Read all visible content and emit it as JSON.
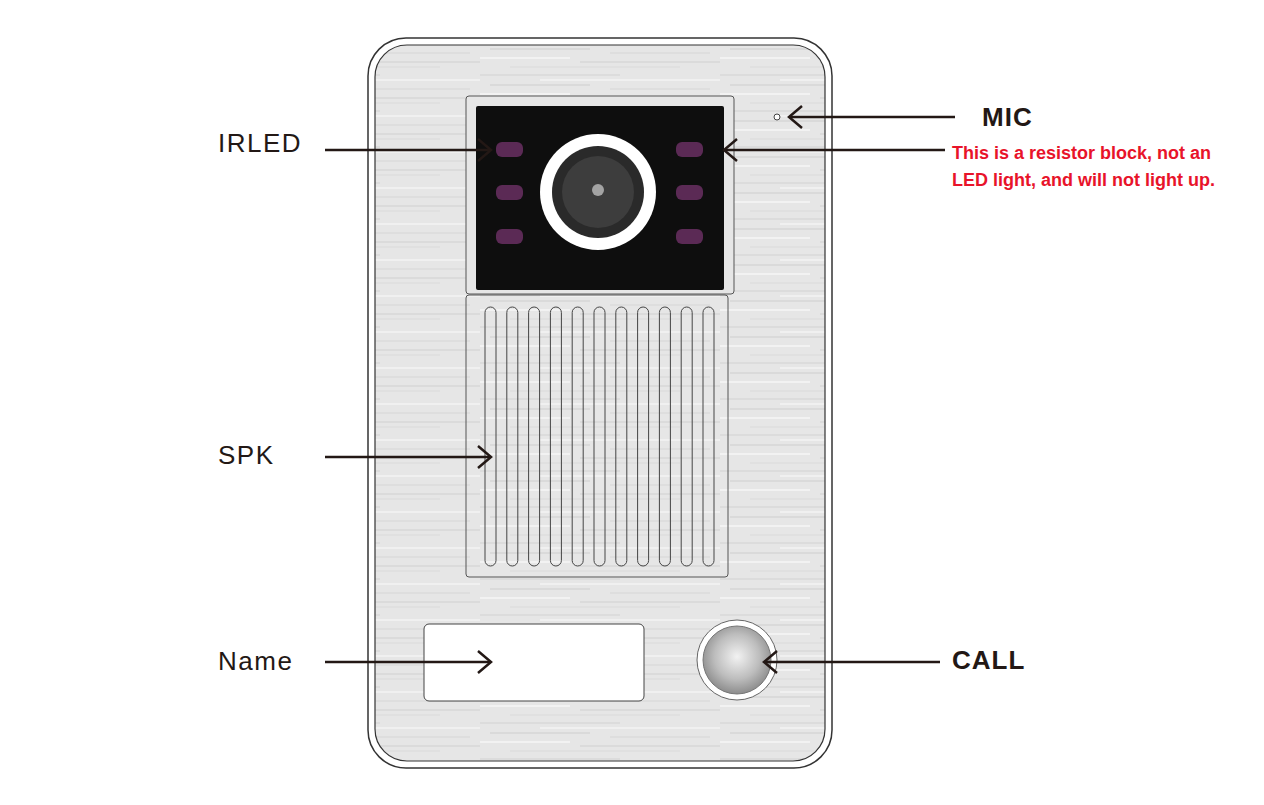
{
  "diagram": {
    "labels": [
      "IRLED",
      "MIC",
      "This is a resistor block, not an LED light, and will not light up.",
      "SPK",
      "Name",
      "CALL"
    ]
  }
}
